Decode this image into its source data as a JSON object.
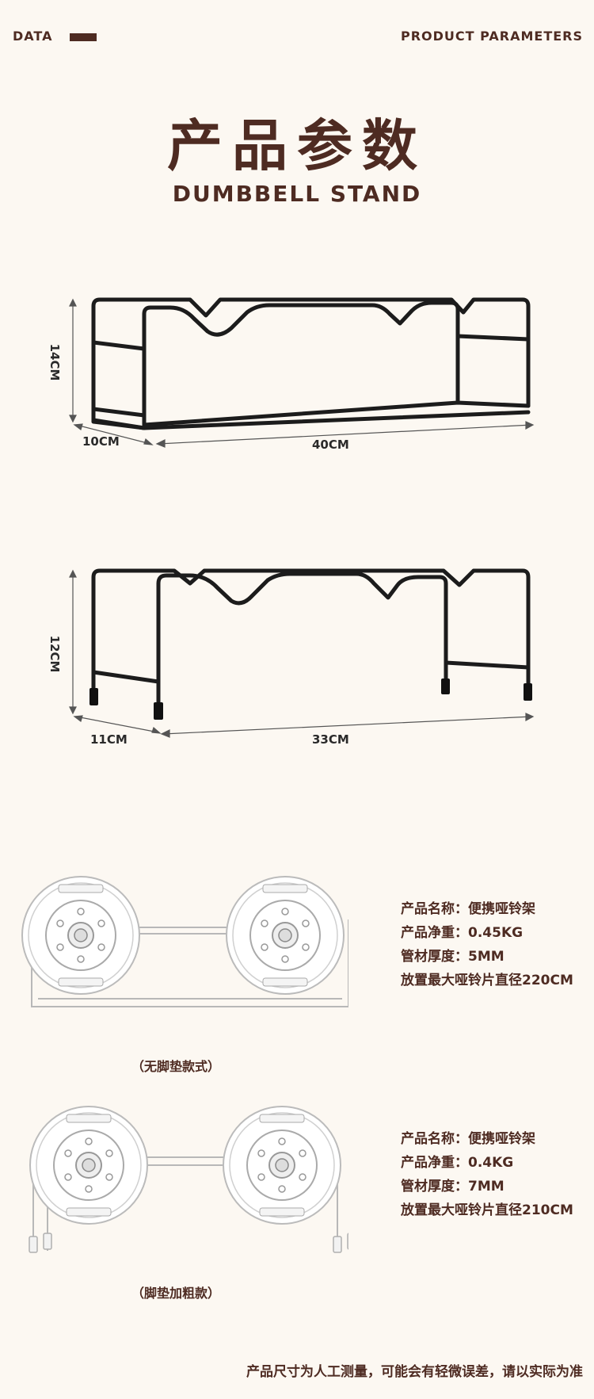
{
  "header": {
    "left_label": "DATA",
    "right_label": "PRODUCT PARAMETERS"
  },
  "title": {
    "cn": "产品参数",
    "en": "DUMBBELL STAND"
  },
  "stand1": {
    "height": "14CM",
    "depth": "10CM",
    "length": "40CM"
  },
  "stand2": {
    "height": "12CM",
    "depth": "11CM",
    "length": "33CM"
  },
  "variant1": {
    "specs": [
      "产品名称：便携哑铃架",
      "产品净重：0.45KG",
      "管材厚度：5MM",
      "放置最大哑铃片直径220CM"
    ],
    "caption": "（无脚垫款式）"
  },
  "variant2": {
    "specs": [
      "产品名称：便携哑铃架",
      "产品净重：0.4KG",
      "管材厚度：7MM",
      "放置最大哑铃片直径210CM"
    ],
    "caption": "（脚垫加粗款）"
  },
  "footer": {
    "note": "产品尺寸为人工测量，可能会有轻微误差，请以实际为准"
  },
  "colors": {
    "background": "#fcf8f2",
    "brand": "#4e2b22",
    "frame": "#1c1c1c"
  }
}
